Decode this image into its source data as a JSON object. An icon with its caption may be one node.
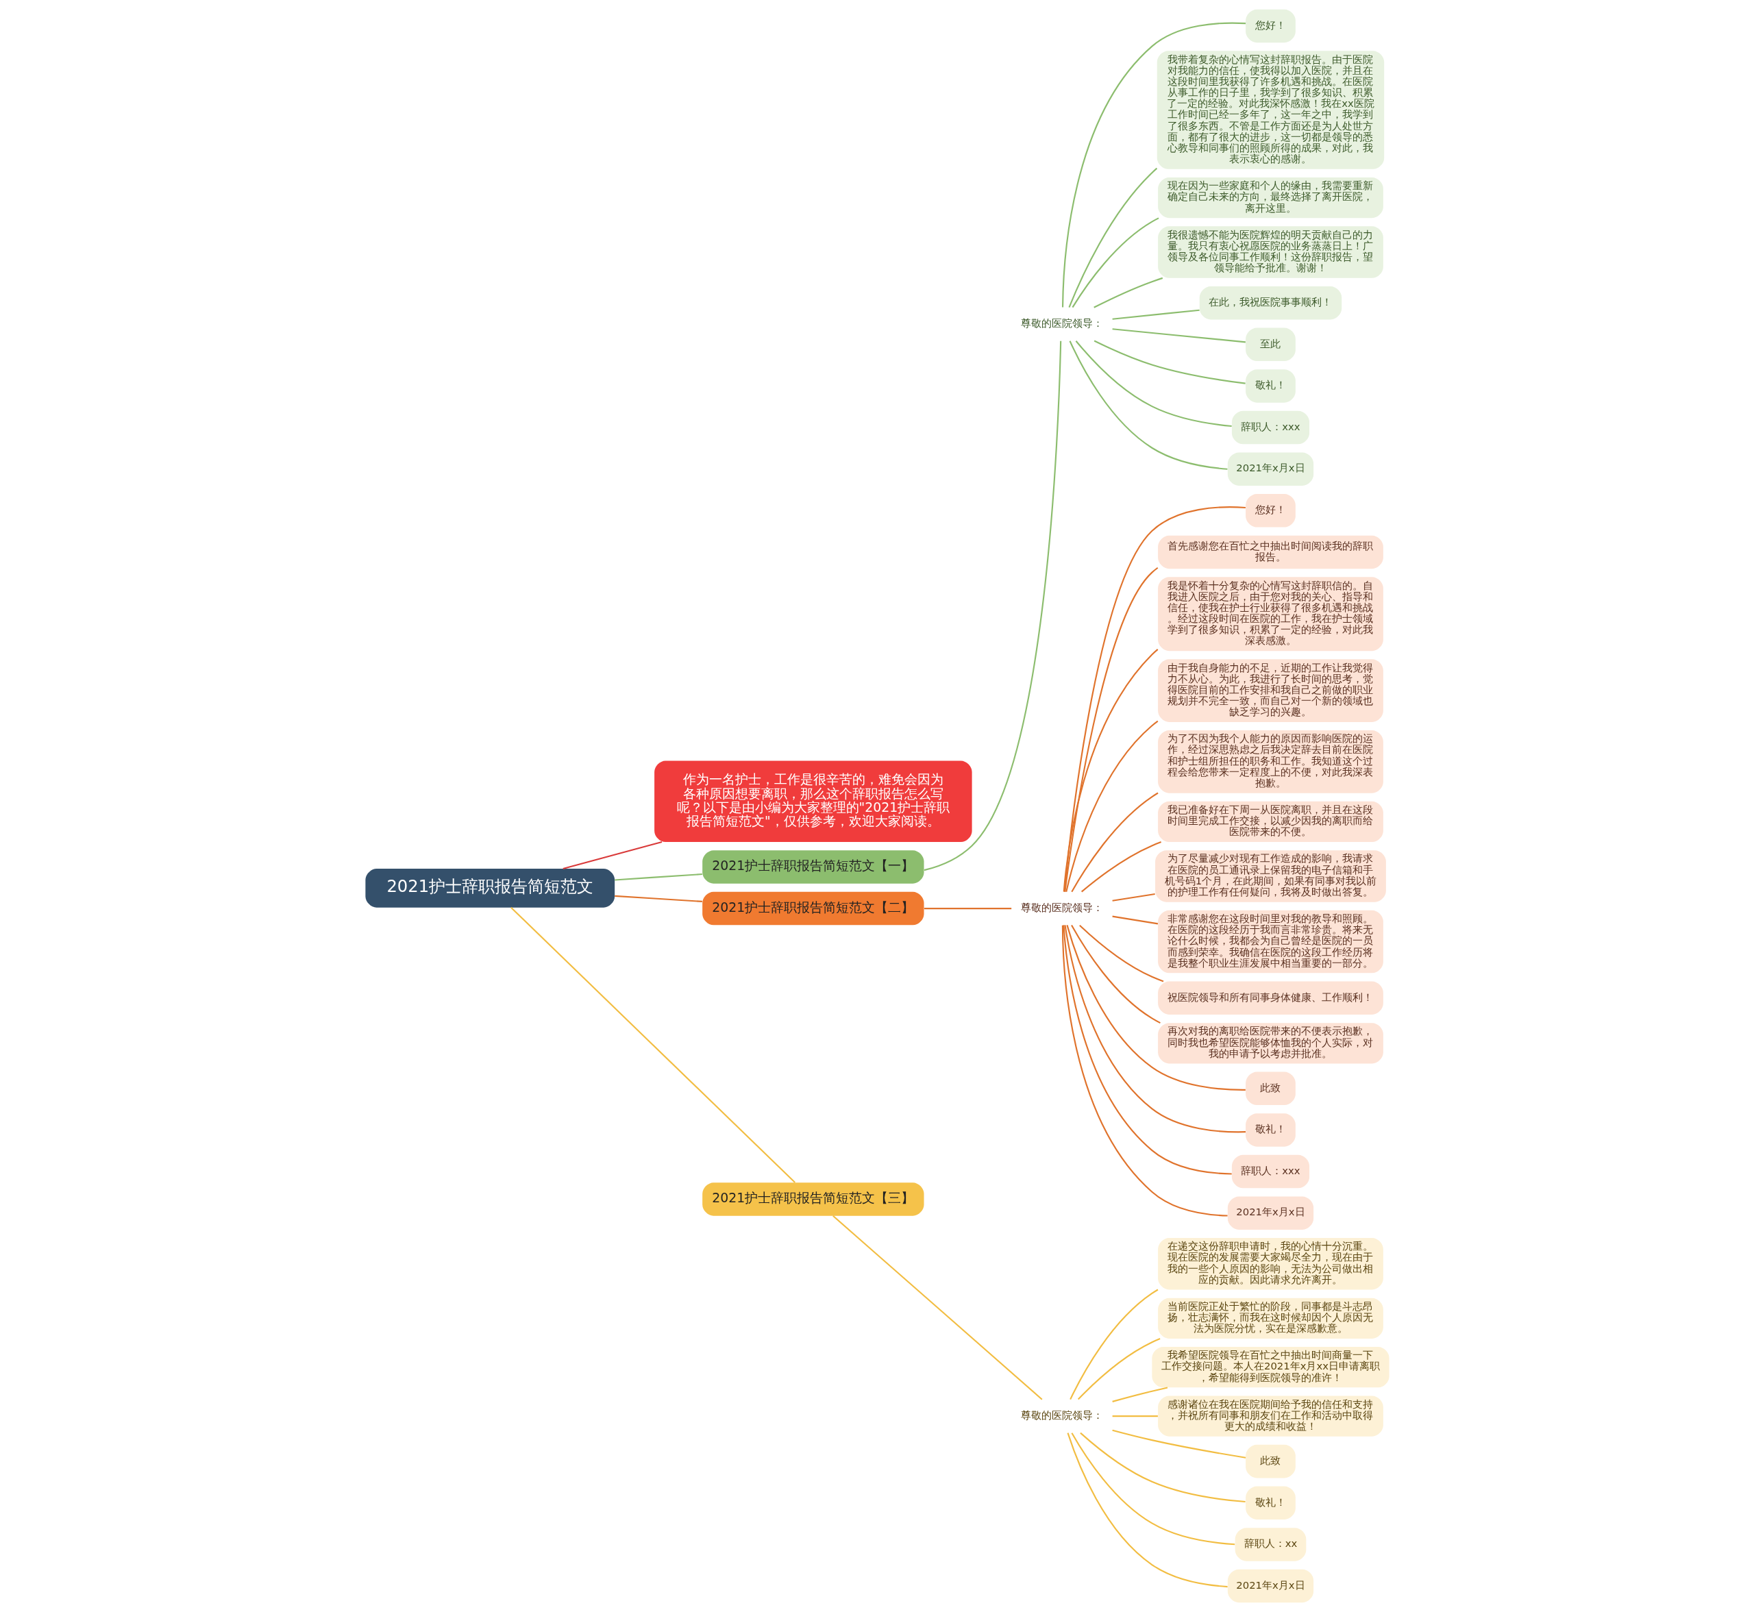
{
  "diagram": {
    "nodes": [
      {
        "text": [
          "2021护士辞职报告简短范文"
        ]
      },
      {
        "text": [
          "作为一名护士，工作是很辛苦的，难免会因为各种原因想要离职，那么这个辞职报告怎么写呢？以下是由小编为大家整理的\"2021护士辞职报告简短范文\"，仅供参考，欢迎大家阅读。"
        ]
      },
      {
        "text": [
          "2021护士辞职报告简短范文【一】"
        ]
      },
      {
        "text": [
          "尊敬的医院领导："
        ]
      },
      {
        "text": [
          "您好！"
        ]
      },
      {
        "text": [
          "我带着复杂的心情写这封辞职报告。由于医院对我能力的信任，使我得以加入医院，并且在这段时间里我获得了许多机遇和挑战。在医院从事工作的日子里，我学到了很多知识、积累了一定的经验。对此我深怀感激！我在xx医院工作时间已经一多年了，这一年之中，我学到了很多东西。不管是工作方面还是为人处世方面，都有了很大的进步，这一切都是领导的悉心教导和同事们的照顾所得的成果，对此，我表示衷心的感谢。"
        ]
      },
      {
        "text": [
          "现在因为一些家庭和个人的缘由，我需要重新确定自己未来的方向，最终选择了离开医院，离开这里。"
        ]
      },
      {
        "text": [
          "我很遗憾不能为医院辉煌的明天贡献自己的力量。我只有衷心祝愿医院的业务蒸蒸日上！广领导及各位同事工作顺利！这份辞职报告，望领导能给予批准。谢谢！"
        ]
      },
      {
        "text": [
          "在此，我祝医院事事顺利！"
        ]
      },
      {
        "text": [
          "至此"
        ]
      },
      {
        "text": [
          "敬礼！"
        ]
      },
      {
        "text": [
          "辞职人：xxx"
        ]
      },
      {
        "text": [
          "2021年x月x日"
        ]
      },
      {
        "text": [
          "2021护士辞职报告简短范文【二】"
        ]
      },
      {
        "text": [
          "尊敬的医院领导："
        ]
      },
      {
        "text": [
          "您好！"
        ]
      },
      {
        "text": [
          "首先感谢您在百忙之中抽出时间阅读我的辞职报告。"
        ]
      },
      {
        "text": [
          "我是怀着十分复杂的心情写这封辞职信的。自我进入医院之后，由于您对我的关心、指导和信任，使我在护士行业获得了很多机遇和挑战。经过这段时间在医院的工作，我在护士领域学到了很多知识，积累了一定的经验，对此我深表感激。"
        ]
      },
      {
        "text": [
          "由于我自身能力的不足，近期的工作让我觉得力不从心。为此，我进行了长时间的思考，觉得医院目前的工作安排和我自己之前做的职业规划并不完全一致，而自己对一个新的领域也缺乏学习的兴趣。"
        ]
      },
      {
        "text": [
          "为了不因为我个人能力的原因而影响医院的运作，经过深思熟虑之后我决定辞去目前在医院和护士组所担任的职务和工作。我知道这个过程会给您带来一定程度上的不便，对此我深表抱歉。"
        ]
      },
      {
        "text": [
          "我已准备好在下周一从医院离职，并且在这段时间里完成工作交接，以减少因我的离职而给医院带来的不便。"
        ]
      },
      {
        "text": [
          "为了尽量减少对现有工作造成的影响，我请求在医院的员工通讯录上保留我的电子信箱和手机号码1个月，在此期间，如果有同事对我以前的护理工作有任何疑问，我将及时做出答复。"
        ]
      },
      {
        "text": [
          "非常感谢您在这段时间里对我的教导和照顾。在医院的这段经历于我而言非常珍贵。将来无论什么时候，我都会为自己曾经是医院的一员而感到荣幸。我确信在医院的这段工作经历将是我整个职业生涯发展中相当重要的一部分。"
        ]
      },
      {
        "text": [
          "祝医院领导和所有同事身体健康、工作顺利！"
        ]
      },
      {
        "text": [
          "再次对我的离职给医院带来的不便表示抱歉，同时我也希望医院能够体恤我的个人实际，对我的申请予以考虑并批准。"
        ]
      },
      {
        "text": [
          "此致"
        ]
      },
      {
        "text": [
          "敬礼！"
        ]
      },
      {
        "text": [
          "辞职人：xxx"
        ]
      },
      {
        "text": [
          "2021年x月x日"
        ]
      },
      {
        "text": [
          "2021护士辞职报告简短范文【三】"
        ]
      },
      {
        "text": [
          "尊敬的医院领导："
        ]
      },
      {
        "text": [
          "在递交这份辞职申请时，我的心情十分沉重。现在医院的发展需要大家竭尽全力，现在由于我的一些个人原因的影响，无法为公司做出相应的贡献。因此请求允许离开。"
        ]
      },
      {
        "text": [
          "当前医院正处于繁忙的阶段，同事都是斗志昂扬，壮志满怀，而我在这时候却因个人原因无法为医院分忧，实在是深感歉意。"
        ]
      },
      {
        "text": [
          "我希望医院领导在百忙之中抽出时间商量一下工作交接问题。本人在2021年x月xx日申请离职，希望能得到医院领导的准许！"
        ]
      },
      {
        "text": [
          "感谢诸位在我在医院期间给予我的信任和支持，并祝所有同事和朋友们在工作和活动中取得更大的成绩和收益！"
        ]
      },
      {
        "text": [
          "此致"
        ]
      },
      {
        "text": [
          "敬礼！"
        ]
      },
      {
        "text": [
          "辞职人：xx"
        ]
      },
      {
        "text": [
          "2021年x月x日"
        ]
      }
    ],
    "edges": [
      {
        "from": 0,
        "to": 1,
        "arrow": "none",
        "color": "#d93a3a"
      },
      {
        "from": 0,
        "to": 2,
        "arrow": "none",
        "color": "#8cbd6e"
      },
      {
        "from": 2,
        "to": 3,
        "arrow": "none",
        "color": "#8cbd6e"
      },
      {
        "from": 3,
        "to": 4,
        "arrow": "none",
        "color": "#8cbd6e"
      },
      {
        "from": 3,
        "to": 5,
        "arrow": "none",
        "color": "#8cbd6e"
      },
      {
        "from": 3,
        "to": 6,
        "arrow": "none",
        "color": "#8cbd6e"
      },
      {
        "from": 3,
        "to": 7,
        "arrow": "none",
        "color": "#8cbd6e"
      },
      {
        "from": 3,
        "to": 8,
        "arrow": "none",
        "color": "#8cbd6e"
      },
      {
        "from": 3,
        "to": 9,
        "arrow": "none",
        "color": "#8cbd6e"
      },
      {
        "from": 3,
        "to": 10,
        "arrow": "none",
        "color": "#8cbd6e"
      },
      {
        "from": 3,
        "to": 11,
        "arrow": "none",
        "color": "#8cbd6e"
      },
      {
        "from": 3,
        "to": 12,
        "arrow": "none",
        "color": "#8cbd6e"
      },
      {
        "from": 0,
        "to": 13,
        "arrow": "none"
      },
      {
        "from": 13,
        "to": 14,
        "arrow": "none"
      },
      {
        "from": 14,
        "to": 15,
        "arrow": "none"
      },
      {
        "from": 14,
        "to": 16,
        "arrow": "none"
      },
      {
        "from": 14,
        "to": 17,
        "arrow": "none"
      },
      {
        "from": 14,
        "to": 18,
        "arrow": "none"
      },
      {
        "from": 14,
        "to": 19,
        "arrow": "none"
      },
      {
        "from": 14,
        "to": 20,
        "arrow": "none"
      },
      {
        "from": 14,
        "to": 21,
        "arrow": "none"
      },
      {
        "from": 14,
        "to": 22,
        "arrow": "none"
      },
      {
        "from": 14,
        "to": 23,
        "arrow": "none"
      },
      {
        "from": 14,
        "to": 24,
        "arrow": "none"
      },
      {
        "from": 14,
        "to": 25,
        "arrow": "none"
      },
      {
        "from": 14,
        "to": 26,
        "arrow": "none"
      },
      {
        "from": 14,
        "to": 27,
        "arrow": "none"
      },
      {
        "from": 14,
        "to": 28,
        "arrow": "none"
      },
      {
        "from": 0,
        "to": 29,
        "arrow": "none",
        "color": "#f2bd42"
      },
      {
        "from": 29,
        "to": 30,
        "arrow": "none",
        "color": "#f2bd42"
      },
      {
        "from": 30,
        "to": 31,
        "arrow": "none",
        "color": "#f2bd42"
      },
      {
        "from": 30,
        "to": 32,
        "arrow": "none",
        "color": "#f2bd42"
      },
      {
        "from": 30,
        "to": 33,
        "arrow": "none",
        "color": "#f2bd42"
      },
      {
        "from": 30,
        "to": 34,
        "arrow": "none",
        "color": "#f2bd42"
      },
      {
        "from": 30,
        "to": 35,
        "arrow": "none",
        "color": "#f2bd42"
      },
      {
        "from": 30,
        "to": 36,
        "arrow": "none",
        "color": "#f2bd42"
      },
      {
        "from": 30,
        "to": 37,
        "arrow": "none",
        "color": "#f2bd42"
      },
      {
        "from": 30,
        "to": 38,
        "arrow": "none",
        "color": "#f2bd42"
      }
    ]
  }
}
